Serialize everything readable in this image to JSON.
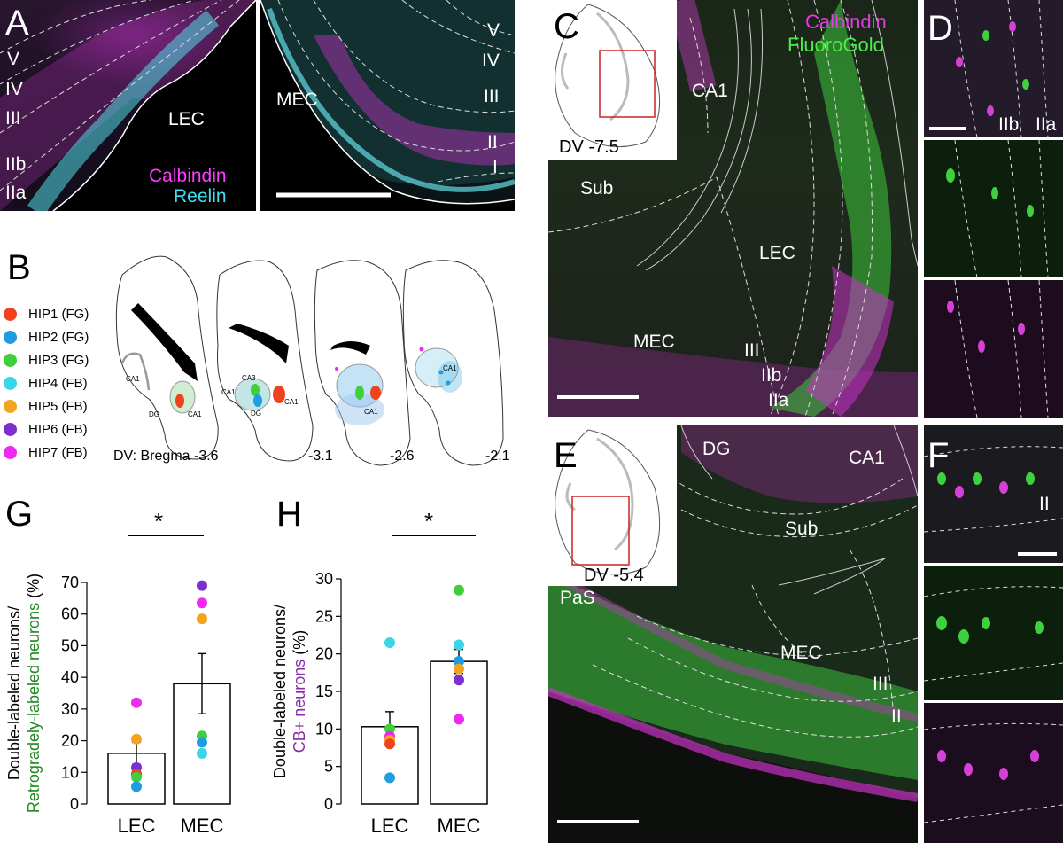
{
  "figure": {
    "panels": {
      "A": {
        "letter": "A",
        "left_labels": [
          "V",
          "IV",
          "III",
          "IIb",
          "IIa"
        ],
        "lec_label": "LEC",
        "stain1": "Calbindin",
        "stain2": "Reelin",
        "right_label": "MEC",
        "right_layers": [
          "V",
          "IV",
          "III",
          "II",
          "I"
        ]
      },
      "B": {
        "letter": "B",
        "legend": [
          {
            "label": "HIP1 (FG)",
            "color": "#f0421c"
          },
          {
            "label": "HIP2 (FG)",
            "color": "#1e9de0"
          },
          {
            "label": "HIP3 (FG)",
            "color": "#3ecf3a"
          },
          {
            "label": "HIP4 (FB)",
            "color": "#38d6e6"
          },
          {
            "label": "HIP5 (FB)",
            "color": "#f3a320"
          },
          {
            "label": "HIP6 (FB)",
            "color": "#7b2fd0"
          },
          {
            "label": "HIP7 (FB)",
            "color": "#ee2aef"
          }
        ],
        "dv_label": "DV: Bregma -3.6",
        "section_labels": [
          "-3.1",
          "-2.6",
          "-2.1"
        ],
        "atlas_labels": [
          "CA1",
          "DG",
          "CA1",
          "CA3",
          "CA1",
          "DG",
          "CA1",
          "CA1",
          "CA1"
        ]
      },
      "C": {
        "letter": "C",
        "stain1": "Calbindin",
        "stain2": "FluoroGold",
        "dv": "DV -7.5",
        "regions": [
          "CA1",
          "Sub",
          "LEC",
          "MEC",
          "III",
          "IIb",
          "IIa"
        ]
      },
      "D": {
        "letter": "D",
        "layers": [
          "IIb",
          "IIa"
        ]
      },
      "E": {
        "letter": "E",
        "dv": "DV -5.4",
        "regions": [
          "DG",
          "CA1",
          "Sub",
          "PaS",
          "MEC",
          "III",
          "II"
        ]
      },
      "F": {
        "letter": "F",
        "layer": "II"
      },
      "G": {
        "letter": "G",
        "significance": "*"
      },
      "H": {
        "letter": "H",
        "significance": "*"
      }
    }
  },
  "chart_data": [
    {
      "type": "bar",
      "panel": "G",
      "categories": [
        "LEC",
        "MEC"
      ],
      "values": [
        16,
        38
      ],
      "error": [
        3.5,
        9.5
      ],
      "ylabel_line1": "Double-labeled neurons/",
      "ylabel_line2": "Retrogradely-labeled neurons",
      "ylabel_unit": " (%)",
      "ylabel_line2_color": "#1f8a1f",
      "ylim": [
        0,
        70
      ],
      "yticks": [
        "0",
        "10",
        "20",
        "30",
        "40",
        "50",
        "60",
        "70"
      ],
      "points": [
        {
          "cat": 0,
          "y": 32,
          "color": "#ee2aef"
        },
        {
          "cat": 0,
          "y": 20.5,
          "color": "#f3a320"
        },
        {
          "cat": 0,
          "y": 11.5,
          "color": "#7b2fd0"
        },
        {
          "cat": 0,
          "y": 9.5,
          "color": "#f0421c"
        },
        {
          "cat": 0,
          "y": 8.5,
          "color": "#3ecf3a"
        },
        {
          "cat": 0,
          "y": 5.5,
          "color": "#1e9de0"
        },
        {
          "cat": 1,
          "y": 69,
          "color": "#7b2fd0"
        },
        {
          "cat": 1,
          "y": 63.5,
          "color": "#ee2aef"
        },
        {
          "cat": 1,
          "y": 58.5,
          "color": "#f3a320"
        },
        {
          "cat": 1,
          "y": 21.5,
          "color": "#3ecf3a"
        },
        {
          "cat": 1,
          "y": 19.5,
          "color": "#1e9de0"
        },
        {
          "cat": 1,
          "y": 16,
          "color": "#38d6e6"
        }
      ]
    },
    {
      "type": "bar",
      "panel": "H",
      "categories": [
        "LEC",
        "MEC"
      ],
      "values": [
        10.3,
        19
      ],
      "error": [
        2,
        1.6
      ],
      "ylabel_line1": "Double-labeled neurons/",
      "ylabel_line2": "CB+ neurons",
      "ylabel_unit": " (%)",
      "ylabel_line2_color": "#8a2aa8",
      "ylim": [
        0,
        30
      ],
      "yticks": [
        "0",
        "5",
        "10",
        "15",
        "20",
        "25",
        "30"
      ],
      "points": [
        {
          "cat": 0,
          "y": 21.5,
          "color": "#38d6e6"
        },
        {
          "cat": 0,
          "y": 10,
          "color": "#3ecf3a"
        },
        {
          "cat": 0,
          "y": 9,
          "color": "#ee2aef"
        },
        {
          "cat": 0,
          "y": 8.5,
          "color": "#f3a320"
        },
        {
          "cat": 0,
          "y": 8,
          "color": "#f0421c"
        },
        {
          "cat": 0,
          "y": 3.5,
          "color": "#1e9de0"
        },
        {
          "cat": 1,
          "y": 28.5,
          "color": "#3ecf3a"
        },
        {
          "cat": 1,
          "y": 21.2,
          "color": "#38d6e6"
        },
        {
          "cat": 1,
          "y": 19,
          "color": "#1e9de0"
        },
        {
          "cat": 1,
          "y": 18,
          "color": "#f3a320"
        },
        {
          "cat": 1,
          "y": 16.5,
          "color": "#7b2fd0"
        },
        {
          "cat": 1,
          "y": 11.3,
          "color": "#ee2aef"
        }
      ]
    }
  ]
}
